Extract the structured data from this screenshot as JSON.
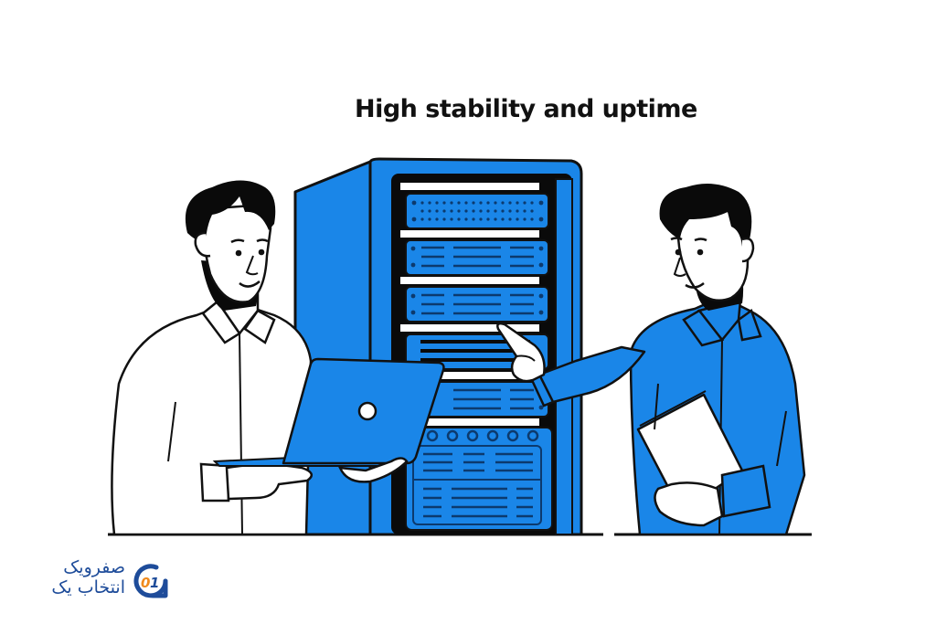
{
  "headline": "High stability and uptime",
  "illustration": {
    "subject": "Two men beside a server rack; one holds a laptop, the other points at the rack and holds a document folder",
    "colors": {
      "primary_blue": "#1a86e8",
      "outline": "#0b0b0b",
      "rack_inner": "#0a0a0a",
      "background": "#ffffff",
      "skin": "#ffffff"
    }
  },
  "logo": {
    "line1": "صفرویک",
    "line2": "انتخاب یک",
    "mark_text": "01",
    "colors": {
      "ring": "#1e4c9a",
      "zero": "#f08a1c",
      "one": "#1e4c9a"
    }
  }
}
